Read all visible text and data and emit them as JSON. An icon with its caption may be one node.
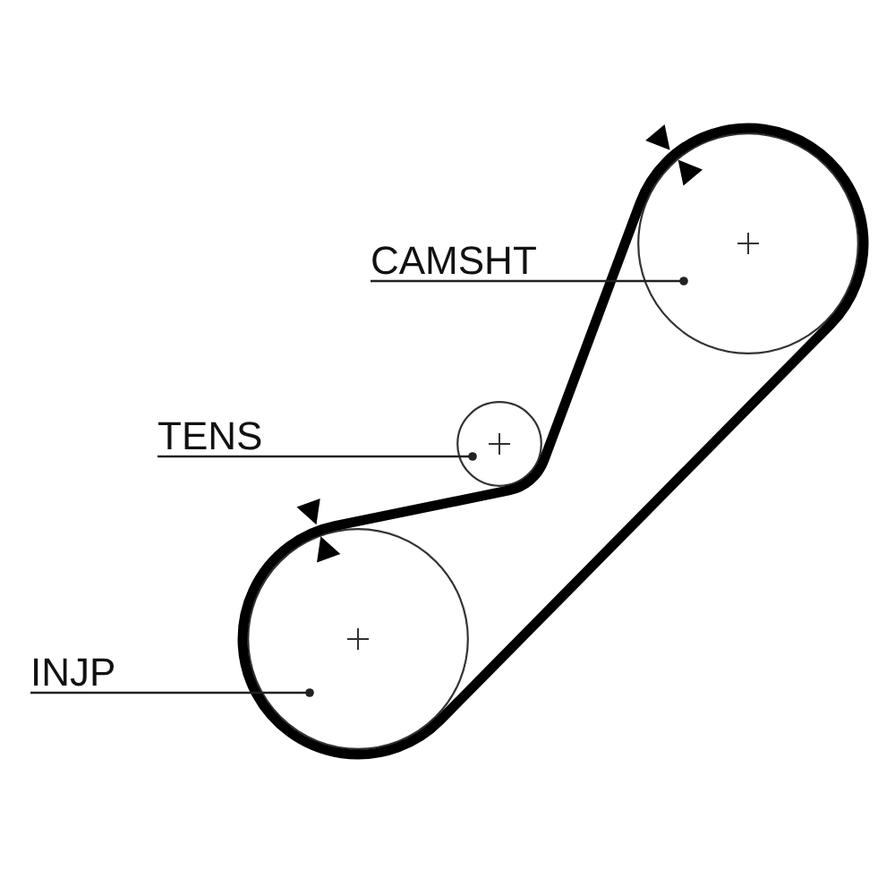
{
  "diagram": {
    "nodes": [
      {
        "text": [
          "CAMSHT"
        ]
      },
      {
        "text": [],
        "shape": "circle"
      },
      {
        "text": [
          "TENS"
        ]
      },
      {
        "text": [],
        "shape": "circle"
      },
      {
        "text": [
          "INJP"
        ]
      },
      {
        "text": [],
        "shape": "circle"
      }
    ],
    "edges": [
      {
        "from": 0,
        "to": 1,
        "arrow": "other"
      },
      {
        "from": 2,
        "to": 3,
        "arrow": "other"
      },
      {
        "from": 4,
        "to": 5,
        "arrow": "other"
      }
    ]
  }
}
